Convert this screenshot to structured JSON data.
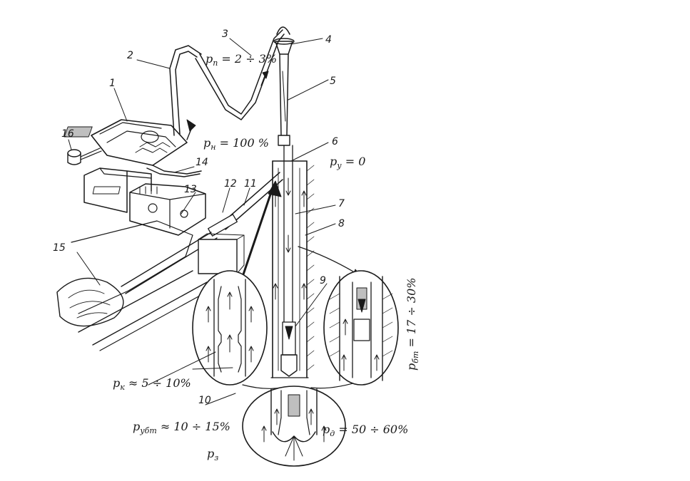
{
  "callouts": {
    "c1": "1",
    "c2": "2",
    "c3": "3",
    "c4": "4",
    "c5": "5",
    "c6": "6",
    "c7": "7",
    "c8": "8",
    "c9": "9",
    "c10": "10",
    "c11": "11",
    "c12": "12",
    "c13": "13",
    "c14": "14",
    "c15": "15",
    "c16": "16"
  },
  "pressures": {
    "pn": {
      "symbol": "p",
      "sub": "п",
      "value": " = 2 ÷ 3%"
    },
    "ph": {
      "symbol": "p",
      "sub": "н",
      "value": " = 100 %"
    },
    "py": {
      "symbol": "p",
      "sub": "у",
      "value": " = 0"
    },
    "pbt": {
      "symbol": "p",
      "sub": "бт",
      "value": " = 17 ÷ 30%"
    },
    "pk": {
      "symbol": "p",
      "sub": "к",
      "value": " ≈ 5 ÷ 10%"
    },
    "pubt": {
      "symbol": "p",
      "sub": "убт",
      "value": " ≈ 10 ÷ 15%"
    },
    "pd": {
      "symbol": "p",
      "sub": "д",
      "value": " = 50 ÷ 60%"
    },
    "pz": {
      "symbol": "p",
      "sub": "з",
      "value": ""
    }
  }
}
